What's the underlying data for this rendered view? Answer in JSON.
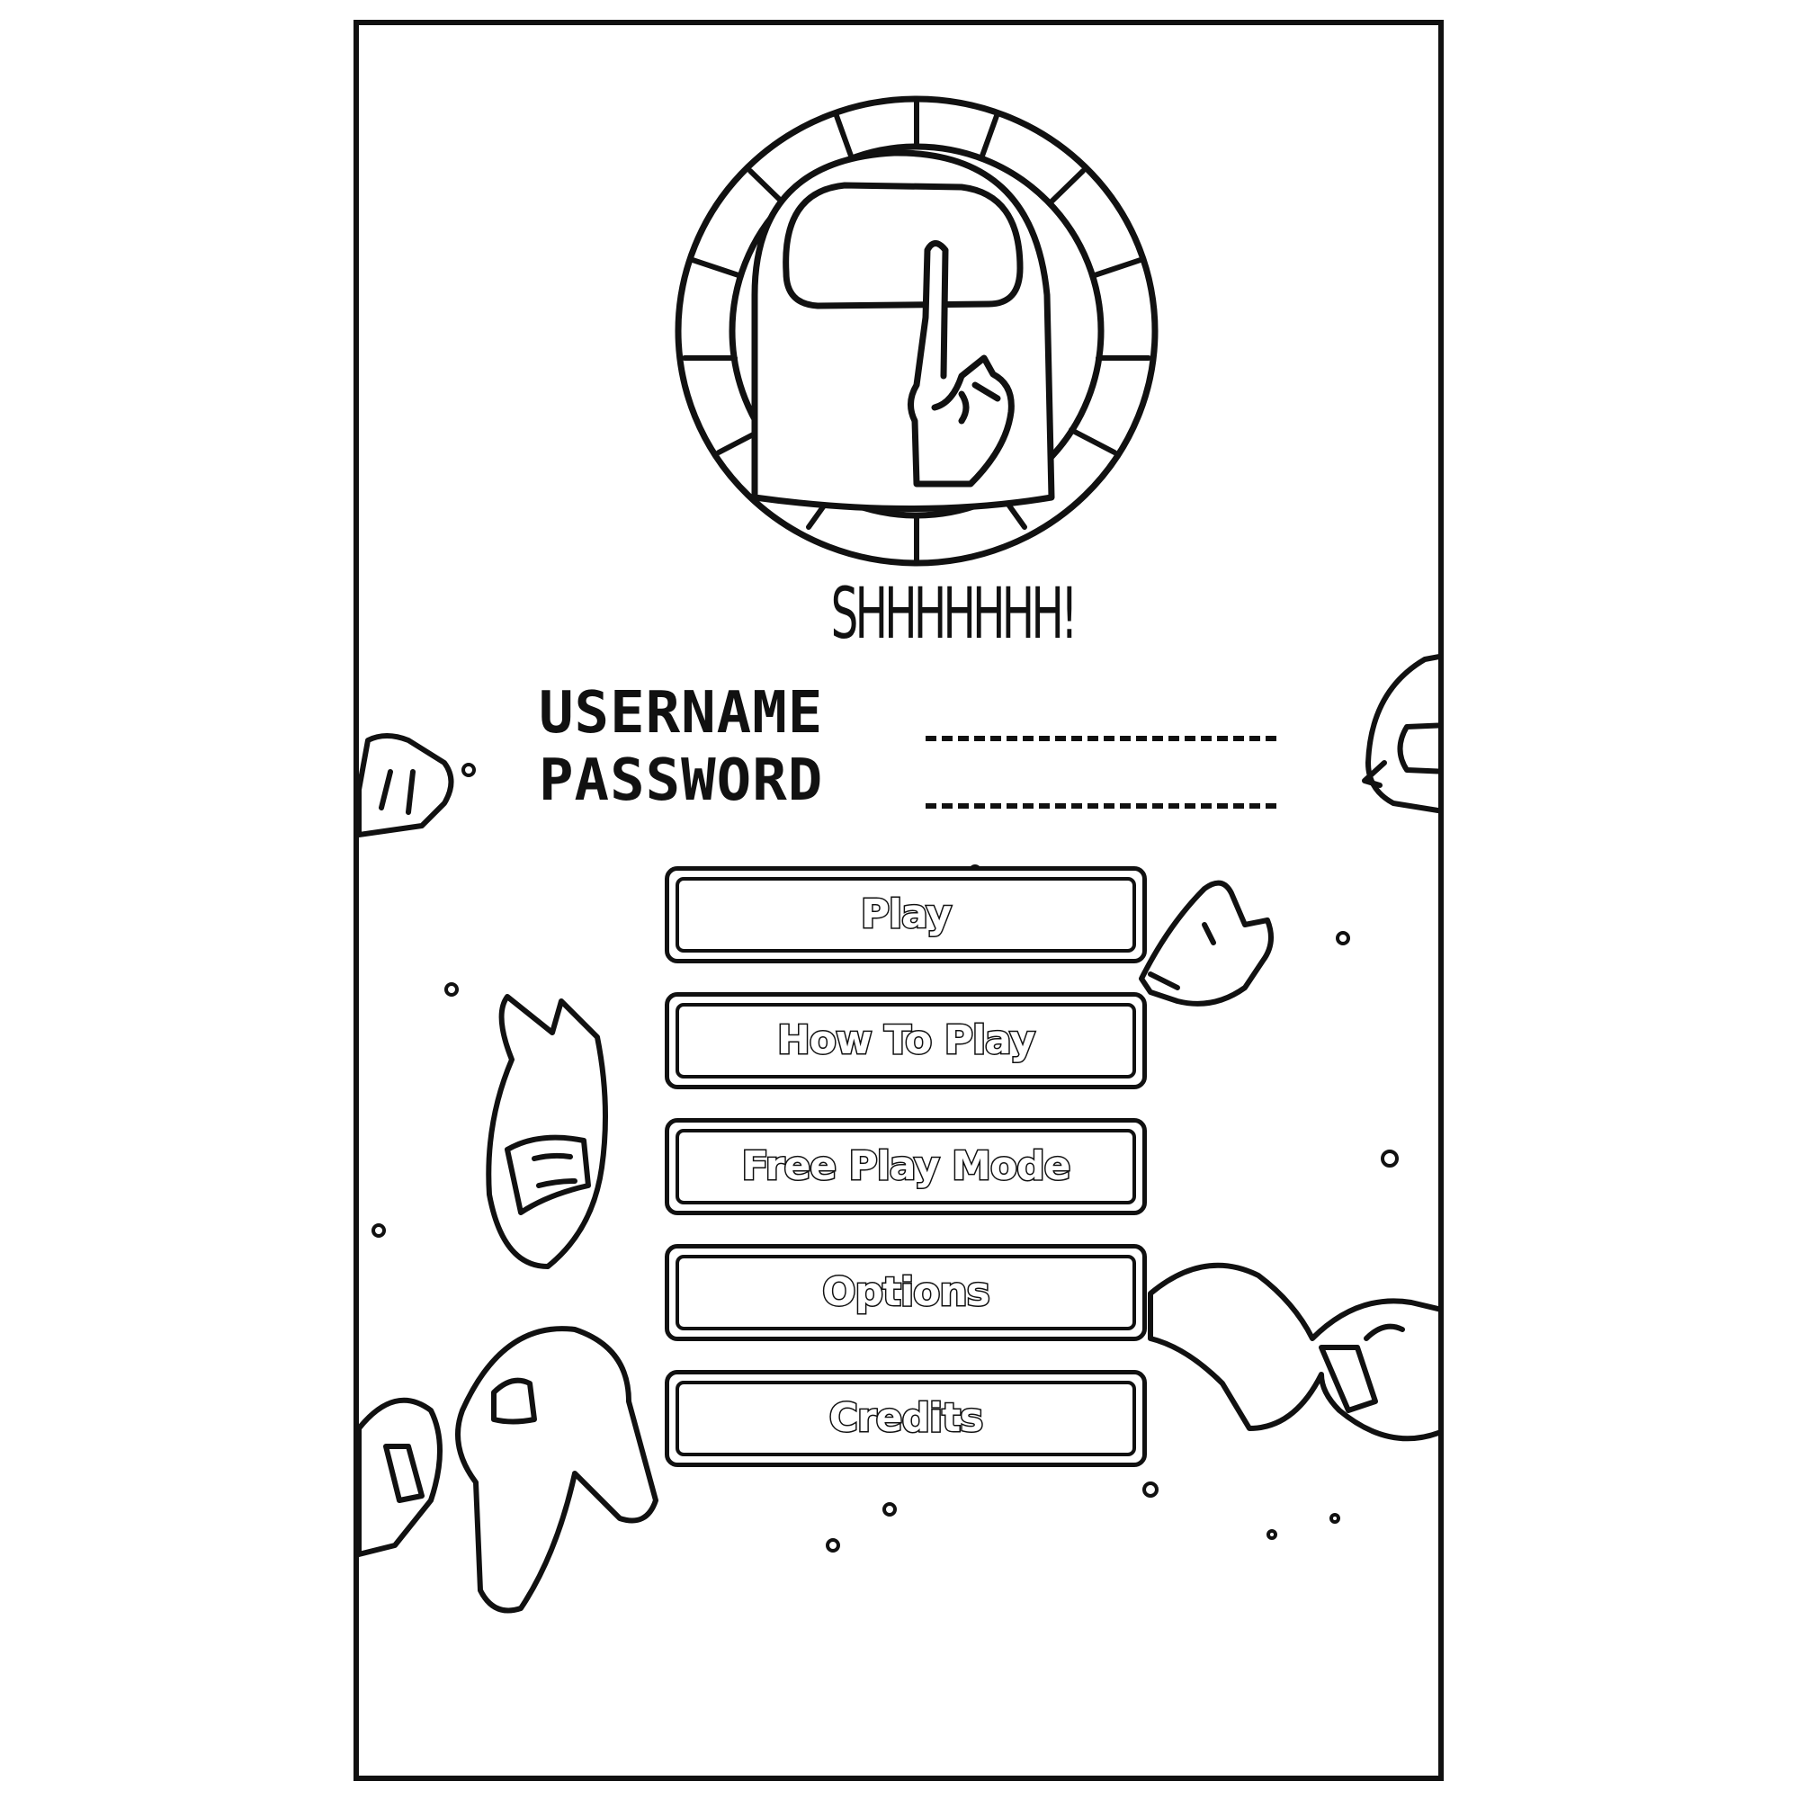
{
  "title": {
    "text": "SHHHHHHH!"
  },
  "form": {
    "username_label": "USERNAME",
    "password_label": "PASSWORD",
    "username_value": "",
    "password_value": ""
  },
  "menu": {
    "items": [
      {
        "label": "Play"
      },
      {
        "label": "How To Play"
      },
      {
        "label": "Free Play Mode"
      },
      {
        "label": "Options"
      },
      {
        "label": "Credits"
      }
    ]
  },
  "icons": {
    "emblem": "crewmate-shush-icon",
    "background": "crewmate-characters"
  },
  "colors": {
    "line": "#111111",
    "background": "#ffffff"
  }
}
